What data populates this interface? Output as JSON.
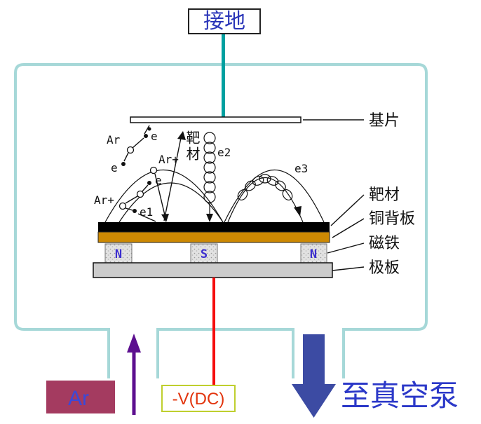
{
  "top": {
    "ground_label": "接地"
  },
  "right_labels": {
    "substrate": "基片",
    "target": "靶材",
    "copper_backplate": "铜背板",
    "magnet": "磁铁",
    "plate": "极板"
  },
  "inner_labels": {
    "sputtered_target": "靶材",
    "argon_atom": "Ar",
    "electron_a": "e",
    "electron_b": "e",
    "electron_c": "e",
    "argon_ion_a": "Ar+",
    "argon_ion_b": "Ar+",
    "e1": "e1",
    "e2": "e2",
    "e3": "e3"
  },
  "magnet_poles": {
    "left": "N",
    "center": "S",
    "right": "N"
  },
  "bottom": {
    "argon_inlet": "Ar",
    "dc_voltage": "-V(DC)",
    "vacuum_pump": "至真空泵"
  },
  "colors": {
    "chamber": "#a6d8d8",
    "ground_wire": "#00a0a0",
    "ground_text": "#2a35b8",
    "target_bar": "#000000",
    "copper_bar": "#cd8903",
    "pole_text": "#3c2ecf",
    "dc_wire": "#f50d0d",
    "dc_text": "#e2340d",
    "dc_box_border": "#bfcf2e",
    "argon_box": "#a43b60",
    "argon_text": "#3b49d8",
    "argon_arrow": "#5c0f8f",
    "pump_arrow": "#3c4ba3",
    "pump_text": "#2b38c8"
  }
}
